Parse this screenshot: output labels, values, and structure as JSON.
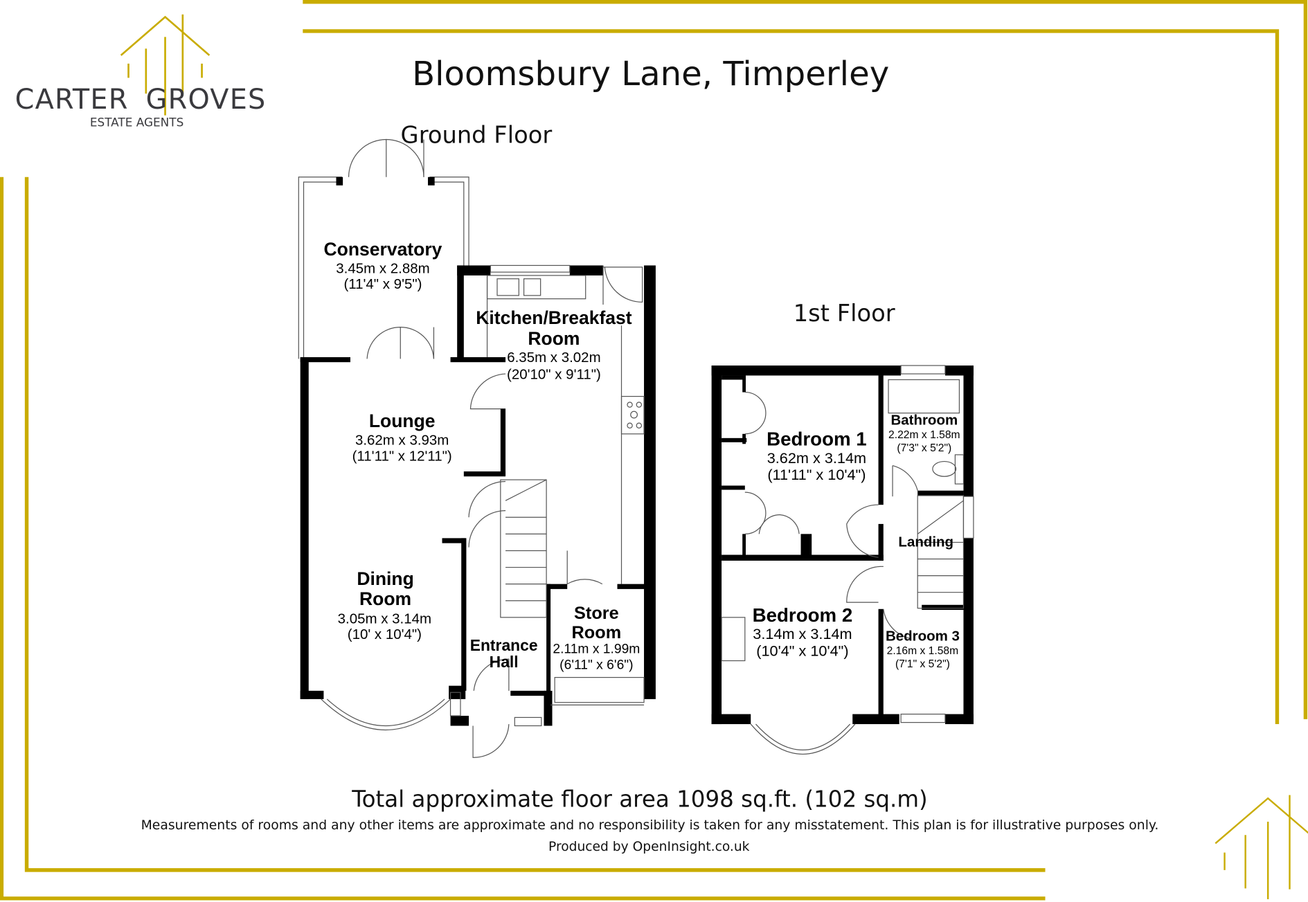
{
  "brand": {
    "name_left": "CARTER",
    "name_right": "GROVES",
    "tagline": "ESTATE AGENTS"
  },
  "colors": {
    "gold": "#C9AC00",
    "wall": "#000000",
    "text": "#3a3a3e"
  },
  "title": "Bloomsbury Lane, Timperley",
  "ground_floor": {
    "heading": "Ground Floor",
    "rooms": [
      {
        "name": "Conservatory",
        "metric": "3.45m x 2.88m",
        "imperial": "(11'4\" x 9'5\")"
      },
      {
        "name_line1": "Kitchen/Breakfast",
        "name_line2": "Room",
        "metric": "6.35m x 3.02m",
        "imperial": "(20'10\" x 9'11\")"
      },
      {
        "name": "Lounge",
        "metric": "3.62m x 3.93m",
        "imperial": "(11'11\" x 12'11\")"
      },
      {
        "name_line1": "Dining",
        "name_line2": "Room",
        "metric": "3.05m x 3.14m",
        "imperial": "(10' x 10'4\")"
      },
      {
        "name_line1": "Entrance",
        "name_line2": "Hall"
      },
      {
        "name_line1": "Store",
        "name_line2": "Room",
        "metric": "2.11m x 1.99m",
        "imperial": "(6'11\" x 6'6\")"
      }
    ]
  },
  "first_floor": {
    "heading": "1st Floor",
    "rooms": [
      {
        "name": "Bedroom 1",
        "metric": "3.62m x 3.14m",
        "imperial": "(11'11\" x 10'4\")"
      },
      {
        "name": "Bathroom",
        "metric": "2.22m x 1.58m",
        "imperial": "(7'3\" x 5'2\")"
      },
      {
        "name": "Landing"
      },
      {
        "name": "Bedroom 2",
        "metric": "3.14m x 3.14m",
        "imperial": "(10'4\" x 10'4\")"
      },
      {
        "name": "Bedroom 3",
        "metric": "2.16m x 1.58m",
        "imperial": "(7'1\" x 5'2\")"
      }
    ]
  },
  "footer": {
    "total_area": "Total approximate floor area 1098 sq.ft. (102 sq.m)",
    "disclaimer": "Measurements of rooms and any other items are approximate and no responsibility is taken for any misstatement. This plan is for illustrative purposes only.",
    "produced_by": "Produced by OpenInsight.co.uk"
  }
}
